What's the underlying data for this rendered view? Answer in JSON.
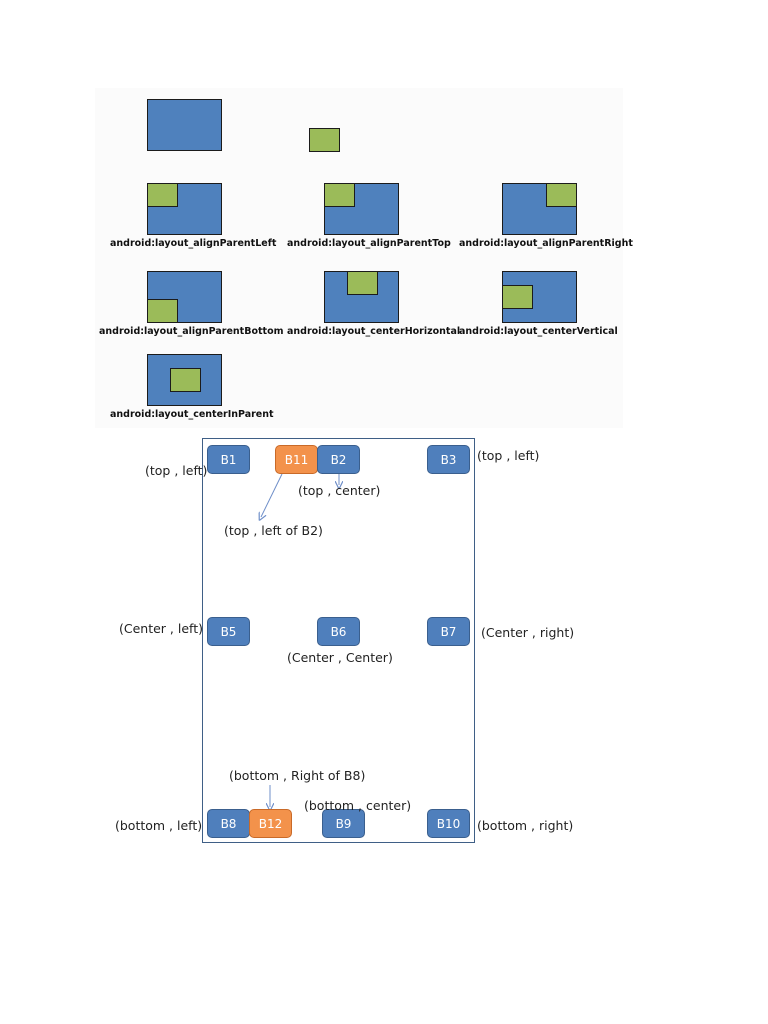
{
  "attribute_labels": {
    "align_parent_left": "android:layout_alignParentLeft",
    "align_parent_top": "android:layout_alignParentTop",
    "align_parent_right": "android:layout_alignParentRight",
    "align_parent_bottom": "android:layout_alignParentBottom",
    "center_horizontal": "android:layout_centerHorizontal",
    "center_vertical": "android:layout_centerVertical",
    "center_in_parent": "android:layout_centerInParent"
  },
  "buttons": {
    "b1": "B1",
    "b2": "B2",
    "b3": "B3",
    "b5": "B5",
    "b6": "B6",
    "b7": "B7",
    "b8": "B8",
    "b9": "B9",
    "b10": "B10",
    "b11": "B11",
    "b12": "B12"
  },
  "position_labels": {
    "b1": "(top , left)",
    "b3": "(top , left)",
    "b2": "(top , center)",
    "b11": "(top , left of B2)",
    "b5": "(Center , left)",
    "b6": "(Center , Center)",
    "b7": "(Center , right)",
    "b12": "(bottom , Right of B8)",
    "b9": "(bottom , center)",
    "b8": "(bottom , left)",
    "b10": "(bottom , right)"
  },
  "colors": {
    "parent_fill": "#4f81bd",
    "child_fill": "#9bbb59",
    "button_blue": "#4f7fbc",
    "button_orange": "#f3924b",
    "frame_border": "#3f5f86",
    "arrow": "#6f8fc9"
  }
}
